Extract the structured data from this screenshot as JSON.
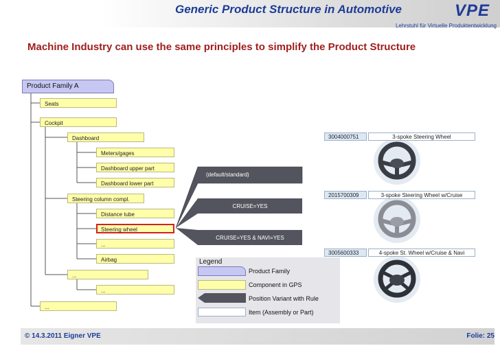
{
  "header": {
    "title": "Generic Product Structure in Automotive",
    "logo": "VPE",
    "logo_subtitle": "Lehrstuhl für Virtuelle Produktentwicklung"
  },
  "subtitle": "Machine Industry can use the same principles to simplify the Product Structure",
  "tree": {
    "family": "Product Family A",
    "seats": "Seats",
    "cockpit": "Cockpit",
    "dashboard": "Dashboard",
    "meters": "Meters/gages",
    "dash_upper": "Dashboard upper part",
    "dash_lower": "Dashboard lower part",
    "steering_column": "Steering column compl.",
    "distance_tube": "Distance tube",
    "steering_wheel": "Steering wheel",
    "ellipsis_1": "...",
    "airbag": "Airbag",
    "ellipsis_2": "...",
    "ellipsis_3": "...",
    "ellipsis_4": "..."
  },
  "rules": {
    "default": "(default/standard)",
    "cruise": "CRUISE=YES",
    "cruise_navi": "CRUISE=YES & NAVI=YES"
  },
  "parts": [
    {
      "number": "3004000751",
      "description": "3-spoke Steering Wheel"
    },
    {
      "number": "2015700309",
      "description": "3-spoke Steering Wheel w/Cruise"
    },
    {
      "number": "3005600333",
      "description": "4-spoke St. Wheel w/Cruise & Navi"
    }
  ],
  "legend": {
    "title": "Legend",
    "items": [
      "Product Family",
      "Component in GPS",
      "Position Variant with Rule",
      "Item (Assembly or Part)"
    ]
  },
  "footer": {
    "left": "© 14.3.2011 Eigner VPE",
    "right": "Folie:  25"
  },
  "colors": {
    "title_blue": "#1e3c96",
    "subtitle_red": "#a01e1e",
    "product_family": "#c7c7f3",
    "component": "#ffffaa",
    "selected_border": "#d42020",
    "variant_arrow": "#54545e"
  }
}
